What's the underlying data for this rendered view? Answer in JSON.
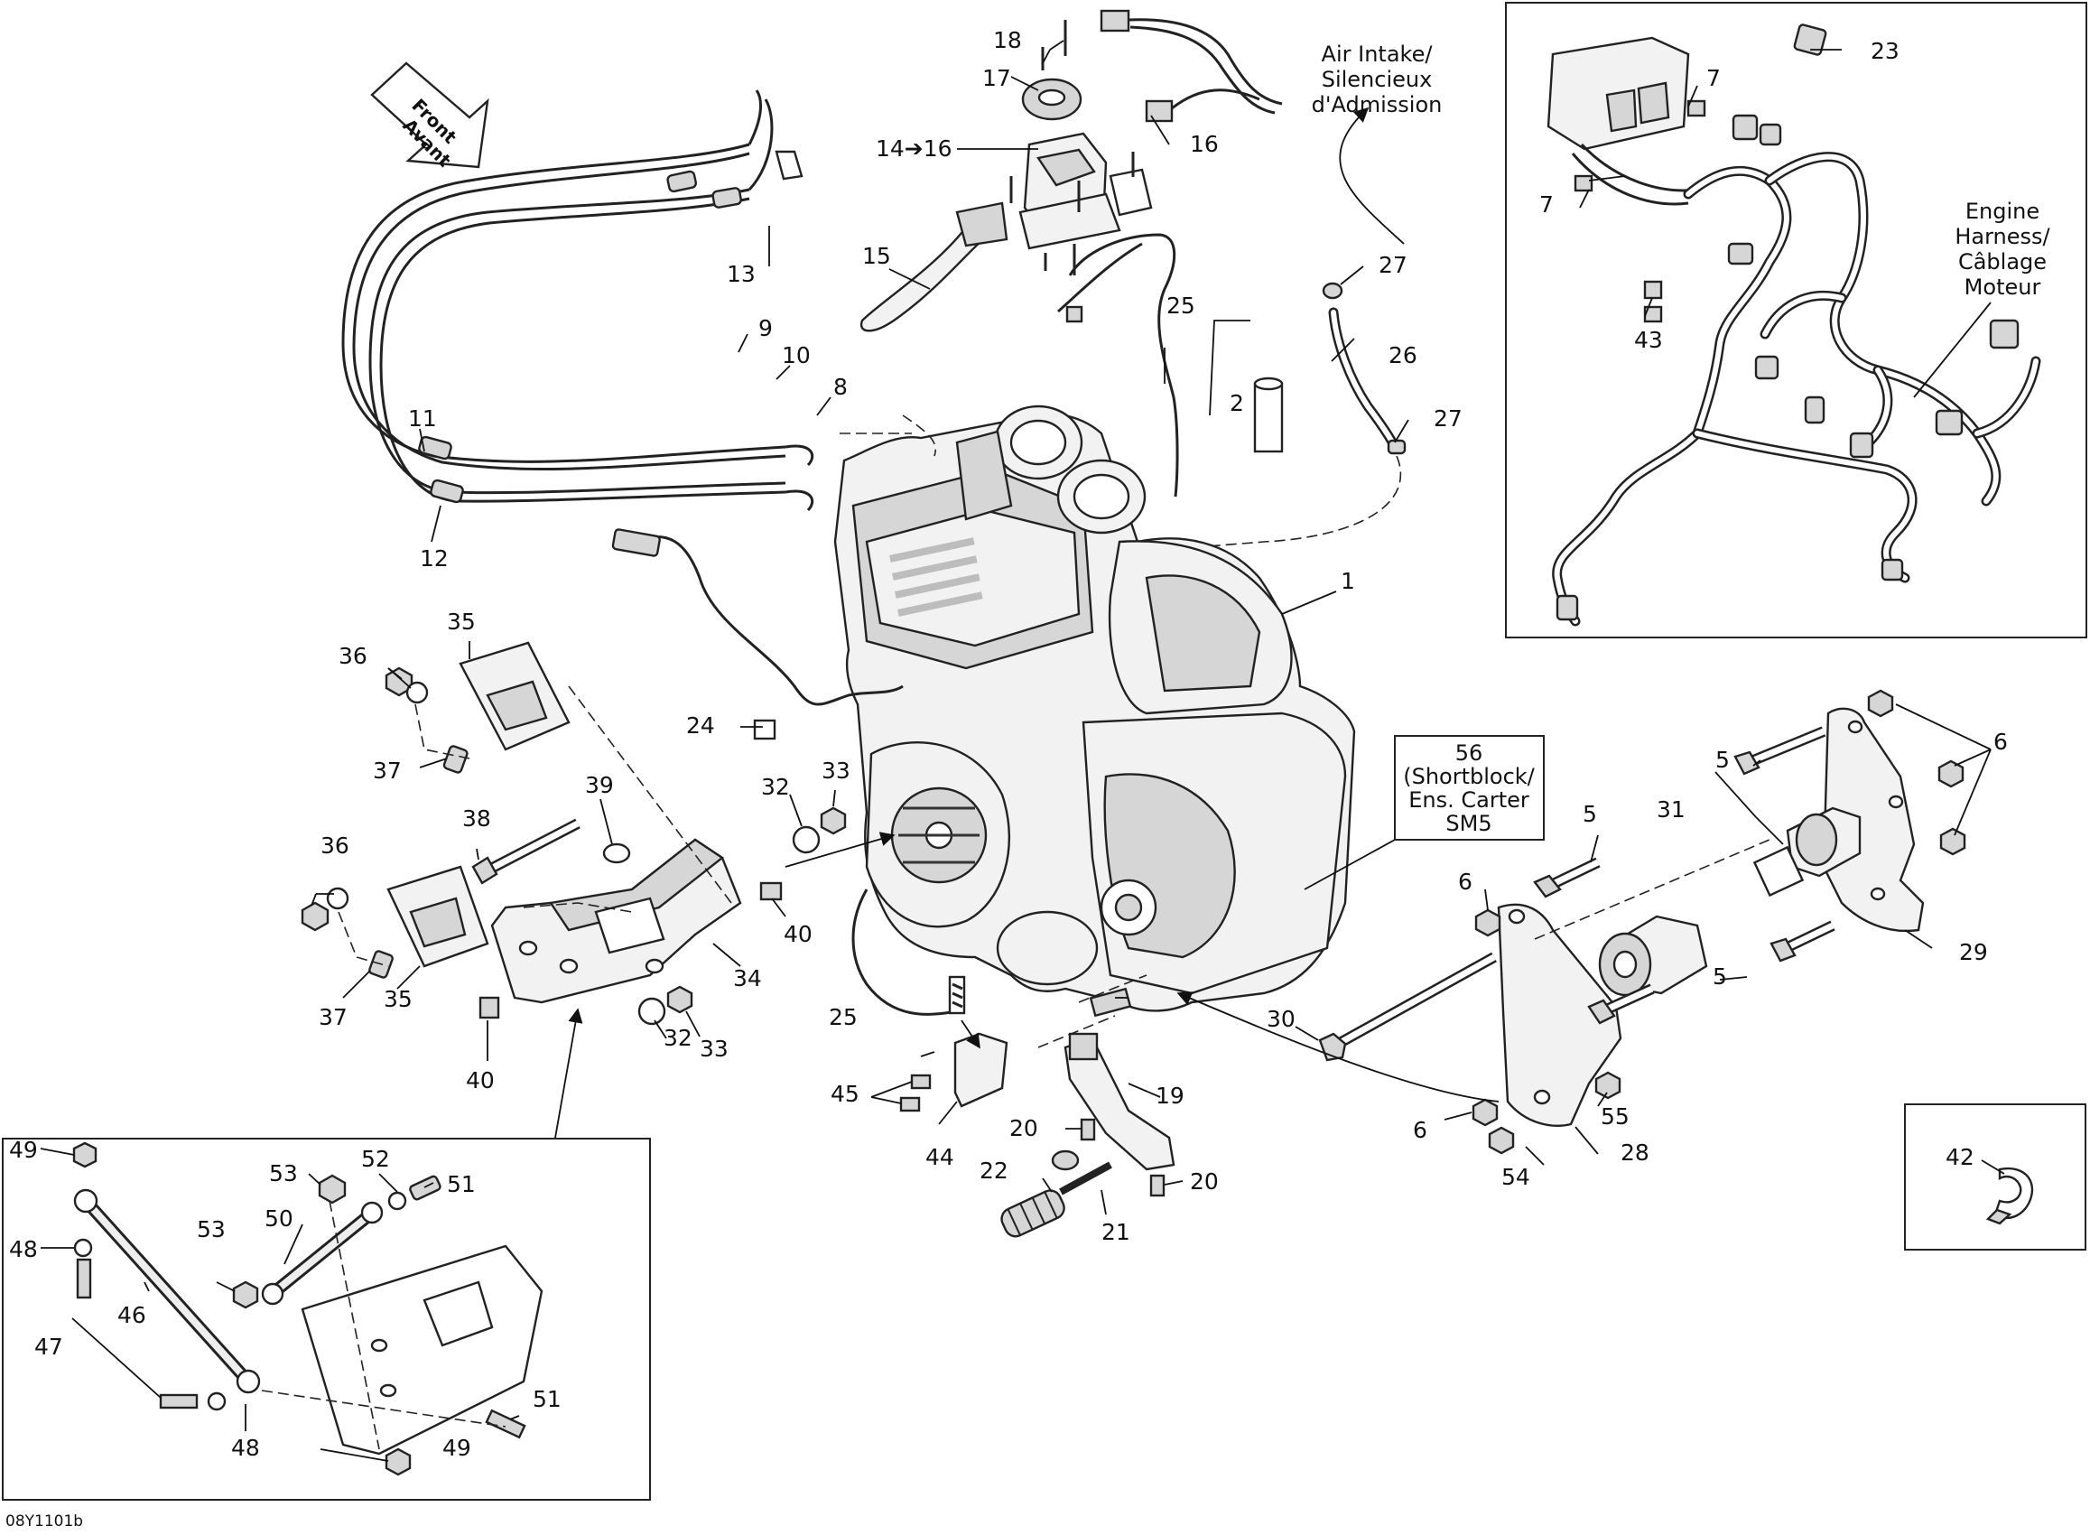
{
  "diagram": {
    "code": "08Y1101b",
    "callouts": {
      "front_avant": [
        "Front",
        "Avant"
      ],
      "air_intake": [
        "Air Intake/",
        "Silencieux",
        "d'Admission"
      ],
      "engine_harness": [
        "Engine",
        "Harness/",
        "Câblage",
        "Moteur"
      ],
      "shortblock": [
        "56",
        "(Shortblock/",
        "Ens. Carter",
        "SM5"
      ]
    },
    "labels": {
      "l1": "1",
      "l2": "2",
      "l5a": "5",
      "l5b": "5",
      "l5c": "5",
      "l6a": "6",
      "l6b": "6",
      "l6c": "6",
      "l7a": "7",
      "l7b": "7",
      "l8": "8",
      "l9": "9",
      "l10": "10",
      "l11": "11",
      "l12": "12",
      "l13": "13",
      "l14_16": "14➔16",
      "l15": "15",
      "l16": "16",
      "l17": "17",
      "l18": "18",
      "l19": "19",
      "l20a": "20",
      "l20b": "20",
      "l21": "21",
      "l22": "22",
      "l23": "23",
      "l24": "24",
      "l25a": "25",
      "l25b": "25",
      "l26": "26",
      "l27a": "27",
      "l27b": "27",
      "l28": "28",
      "l29": "29",
      "l30": "30",
      "l31": "31",
      "l32a": "32",
      "l32b": "32",
      "l33a": "33",
      "l33b": "33",
      "l34": "34",
      "l35a": "35",
      "l35b": "35",
      "l36a": "36",
      "l36b": "36",
      "l37a": "37",
      "l37b": "37",
      "l38": "38",
      "l39": "39",
      "l40a": "40",
      "l40b": "40",
      "l42": "42",
      "l43": "43",
      "l44": "44",
      "l45": "45",
      "l46": "46",
      "l47": "47",
      "l48a": "48",
      "l48b": "48",
      "l49a": "49",
      "l49b": "49",
      "l50": "50",
      "l51a": "51",
      "l51b": "51",
      "l52": "52",
      "l53a": "53",
      "l53b": "53",
      "l54": "54",
      "l55": "55"
    }
  }
}
